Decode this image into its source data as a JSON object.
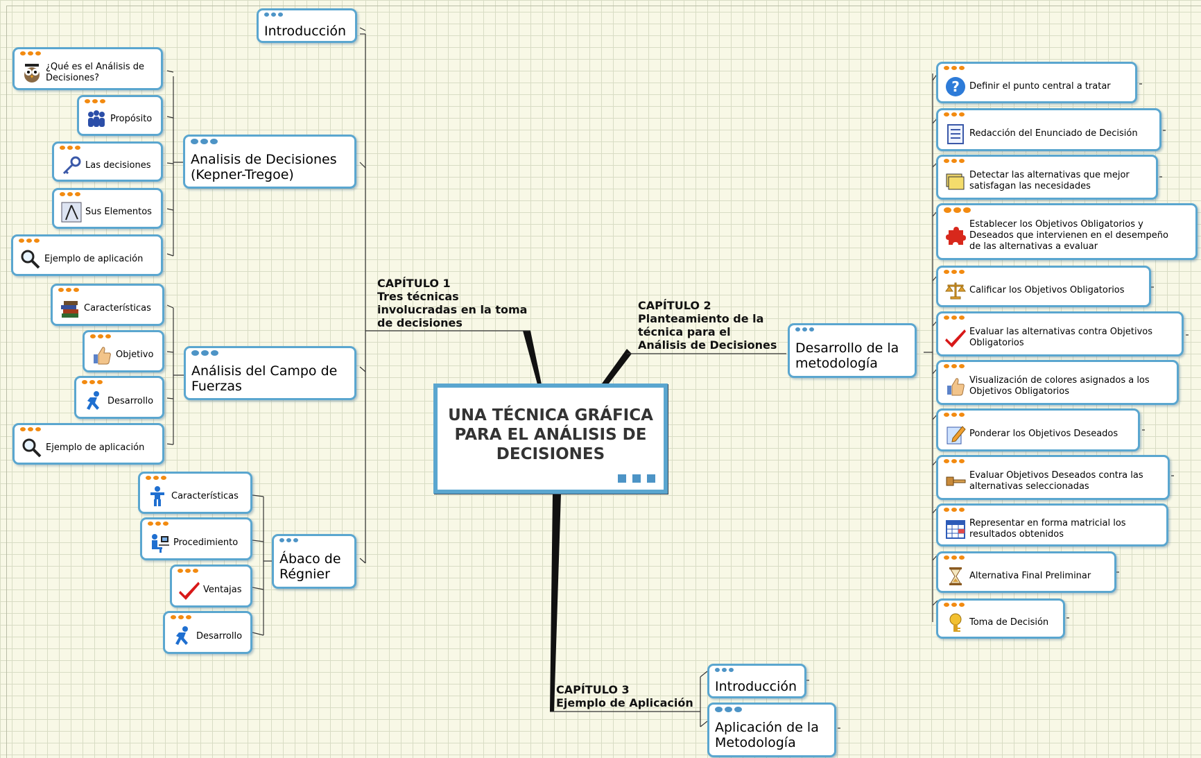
{
  "central_topic": "UNA TÉCNICA GRÁFICA\nPARA EL ANÁLISIS DE\nDECISIONES",
  "chapters": {
    "c1": "CAPÍTULO 1\nTres técnicas\ninvolucradas en la toma\nde decisiones",
    "c2": "CAPÍTULO 2\nPlanteamiento de la\ntécnica para el\nAnálisis de Decisiones",
    "c3": "CAPÍTULO 3\nEjemplo de Aplicación"
  },
  "chapter1": {
    "intro": "Introducción",
    "kt": {
      "label": "Analisis de Decisiones\n(Kepner-Tregoe)",
      "children": [
        {
          "label": "¿Qué es el Análisis de\nDecisiones?",
          "icon": "owl-icon"
        },
        {
          "label": "Propósito",
          "icon": "people-group-icon"
        },
        {
          "label": "Las decisiones",
          "icon": "key-icon"
        },
        {
          "label": "Sus Elementos",
          "icon": "drawing-compass-icon"
        },
        {
          "label": "Ejemplo de aplicación",
          "icon": "magnifier-icon"
        }
      ]
    },
    "cf": {
      "label": "Análisis del Campo de\nFuerzas",
      "children": [
        {
          "label": "Características",
          "icon": "books-icon"
        },
        {
          "label": "Objetivo",
          "icon": "thumbs-up-icon"
        },
        {
          "label": "Desarrollo",
          "icon": "running-man-icon"
        },
        {
          "label": "Ejemplo de aplicación",
          "icon": "magnifier-icon"
        }
      ]
    },
    "ab": {
      "label": "Ábaco de\nRégnier",
      "children": [
        {
          "label": "Características",
          "icon": "standing-person-icon"
        },
        {
          "label": "Procedimiento",
          "icon": "person-at-computer-icon"
        },
        {
          "label": "Ventajas",
          "icon": "checkmark-icon"
        },
        {
          "label": "Desarrollo",
          "icon": "running-man-icon"
        }
      ]
    }
  },
  "chapter2": {
    "label": "Desarrollo de la\nmetodología",
    "steps": [
      {
        "label": "Definir el punto central a tratar",
        "icon": "question-icon"
      },
      {
        "label": "Redacción del Enunciado de Decisión",
        "icon": "checklist-icon"
      },
      {
        "label": "Detectar las alternativas que mejor\nsatisfagan las necesidades",
        "icon": "folders-icon"
      },
      {
        "label": "Establecer los Objetivos Obligatorios y\nDeseados que intervienen en el desempeño\nde las alternativas a evaluar",
        "icon": "puzzle-icon"
      },
      {
        "label": "Calificar los Objetivos Obligatorios",
        "icon": "scales-icon"
      },
      {
        "label": "Evaluar las alternativas contra Objetivos\nObligatorios",
        "icon": "checkmark-icon"
      },
      {
        "label": "Visualización de colores asignados a los\nObjetivos Obligatorios",
        "icon": "thumbs-up-icon"
      },
      {
        "label": "Ponderar los Objetivos Deseados",
        "icon": "pencil-note-icon"
      },
      {
        "label": "Evaluar Objetivos Deseados contra las\nalternativas seleccionadas",
        "icon": "gavel-icon"
      },
      {
        "label": "Representar en forma matricial los\nresultados obtenidos",
        "icon": "calendar-grid-icon"
      },
      {
        "label": "Alternativa Final Preliminar",
        "icon": "hourglass-icon"
      },
      {
        "label": "Toma de Decisión",
        "icon": "light-bulb-key-icon"
      }
    ]
  },
  "chapter3": {
    "intro": "Introducción",
    "app": "Aplicación de la\nMetodología"
  },
  "colors": {
    "node_border": "#5aa6cf",
    "marker_orange": "#f28a10",
    "marker_blue": "#4d94c6",
    "background": "#f8f8e6"
  }
}
